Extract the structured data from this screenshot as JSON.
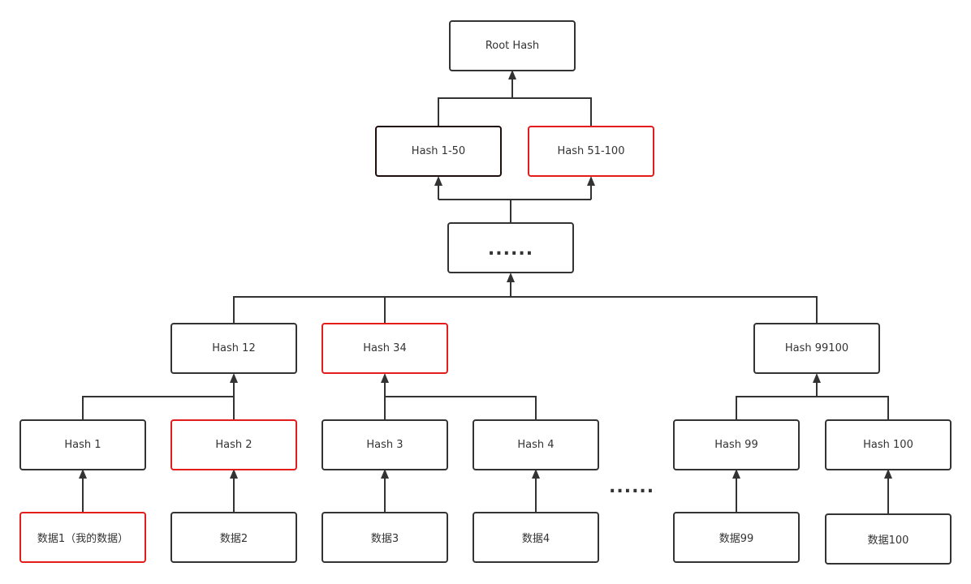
{
  "colors": {
    "default_border": "#333333",
    "highlight_border": "#e51c1c",
    "dark_border": "#1f0e0e",
    "connector": "#333333"
  },
  "nodes": {
    "root": "Root Hash",
    "hash_1_50": "Hash 1-50",
    "hash_51_100": "Hash 51-100",
    "mid_ellipsis": "......",
    "hash_12": "Hash 12",
    "hash_34": "Hash 34",
    "hash_99100": "Hash 99100",
    "hash_1": "Hash 1",
    "hash_2": "Hash 2",
    "hash_3": "Hash 3",
    "hash_4": "Hash 4",
    "hash_99": "Hash 99",
    "hash_100": "Hash 100",
    "data_1": "数据1（我的数据）",
    "data_2": "数据2",
    "data_3": "数据3",
    "data_4": "数据4",
    "data_99": "数据99",
    "data_100": "数据100"
  },
  "gap_ellipsis": "......",
  "highlighted": [
    "hash_51_100",
    "hash_34",
    "hash_2",
    "data_1"
  ]
}
